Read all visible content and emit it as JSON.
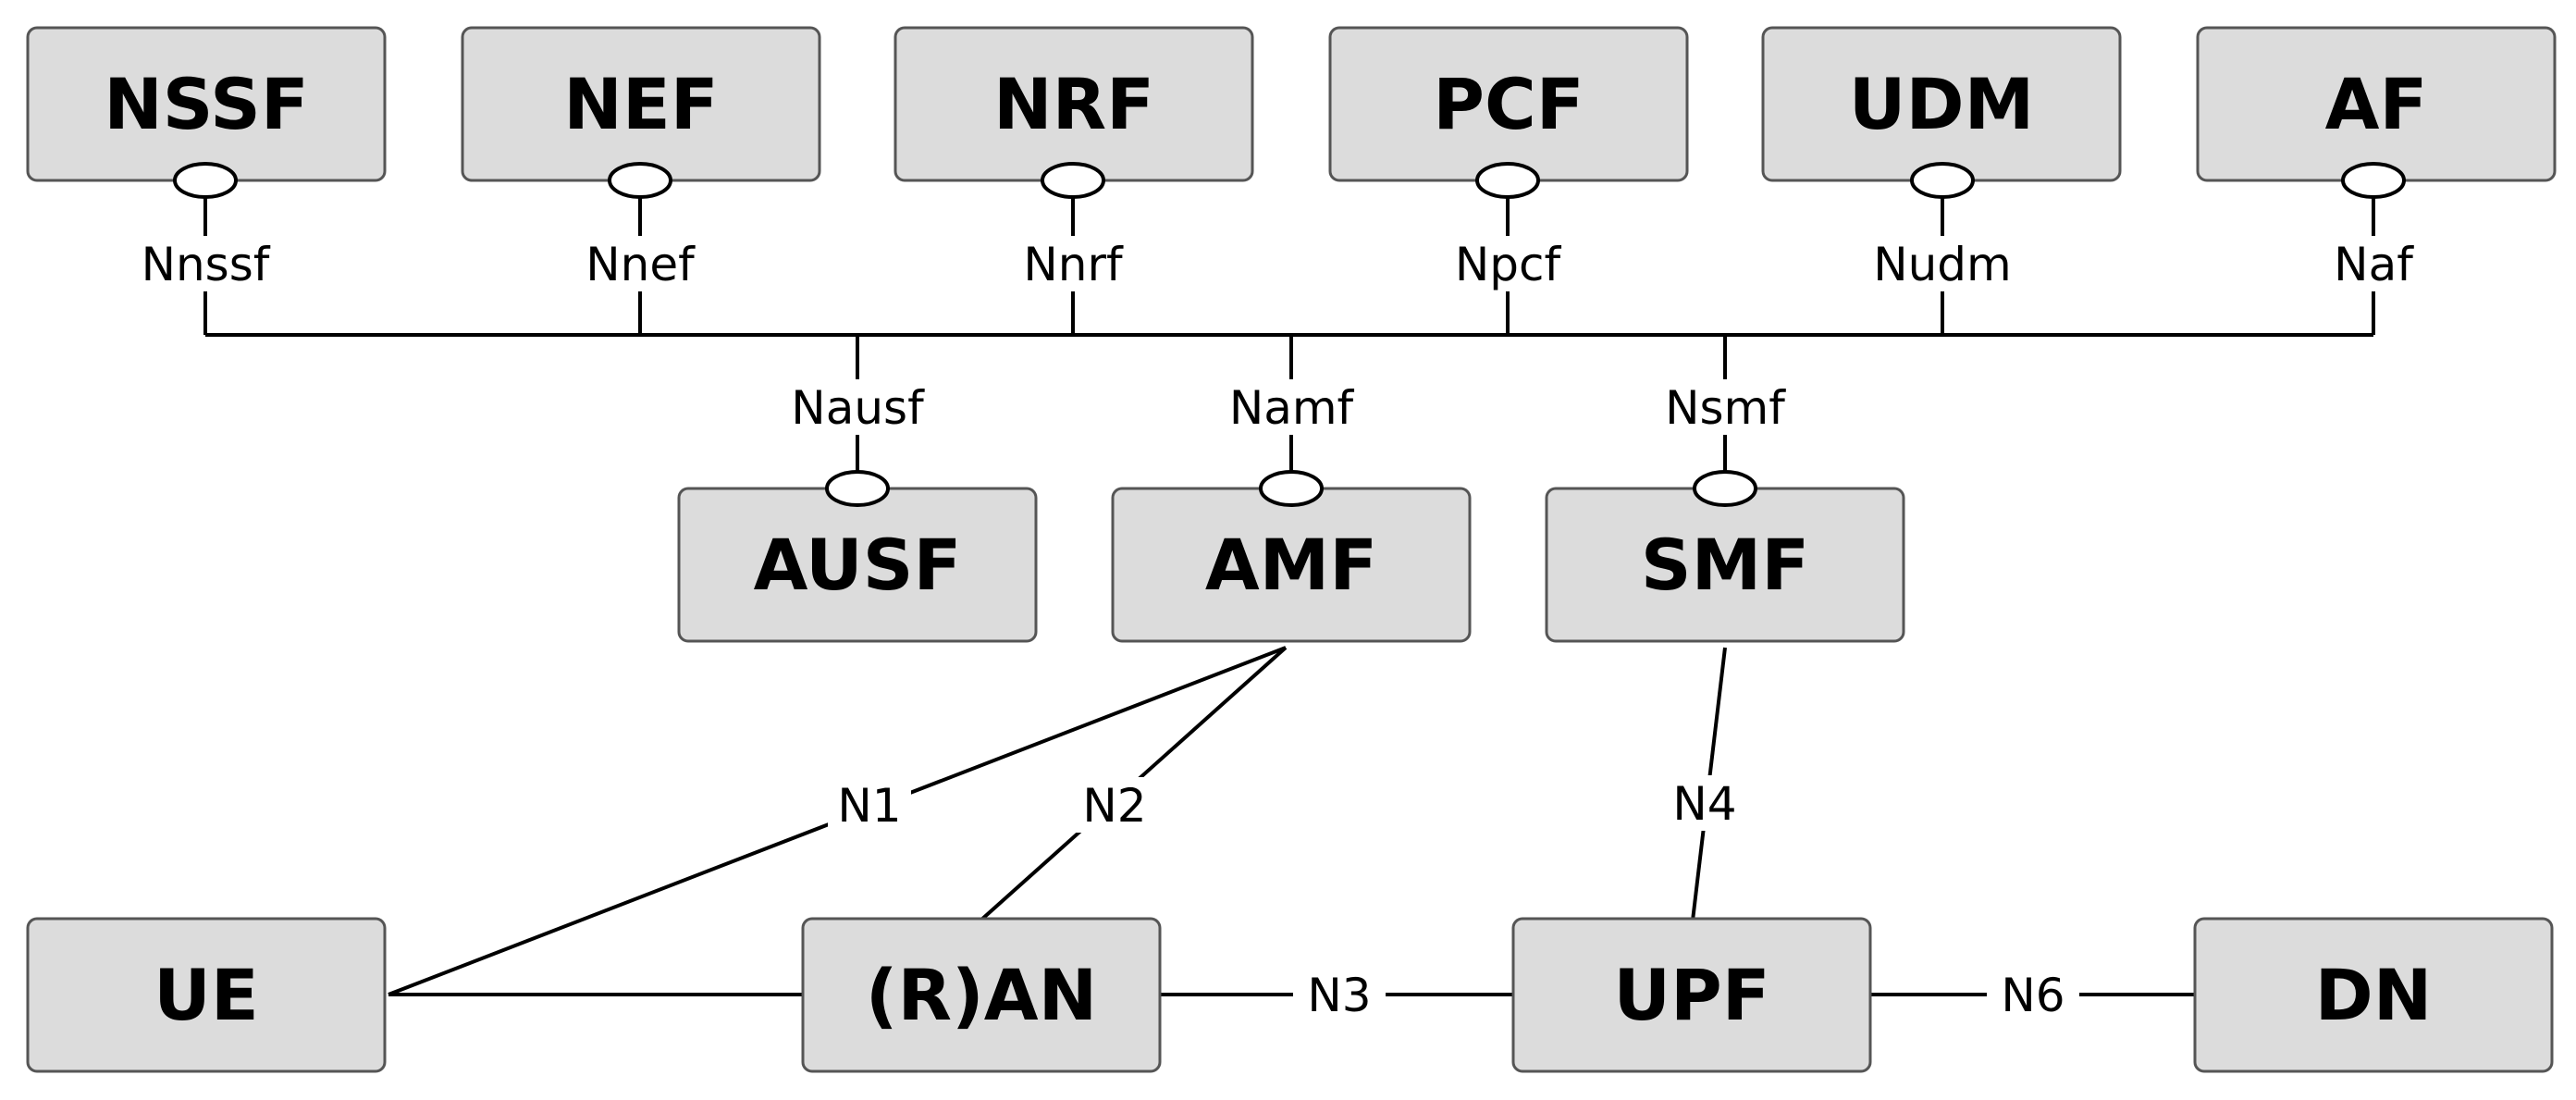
{
  "nodes": {
    "nssf": "NSSF",
    "nef": "NEF",
    "nrf": "NRF",
    "pcf": "PCF",
    "udm": "UDM",
    "af": "AF",
    "ausf": "AUSF",
    "amf": "AMF",
    "smf": "SMF",
    "ue": "UE",
    "ran": "(R)AN",
    "upf": "UPF",
    "dn": "DN"
  },
  "interfaces": {
    "nnssf": "Nnssf",
    "nnef": "Nnef",
    "nnrf": "Nnrf",
    "npcf": "Npcf",
    "nudm": "Nudm",
    "naf": "Naf",
    "nausf": "Nausf",
    "namf": "Namf",
    "nsmf": "Nsmf",
    "n1": "N1",
    "n2": "N2",
    "n3": "N3",
    "n4": "N4",
    "n6": "N6"
  }
}
